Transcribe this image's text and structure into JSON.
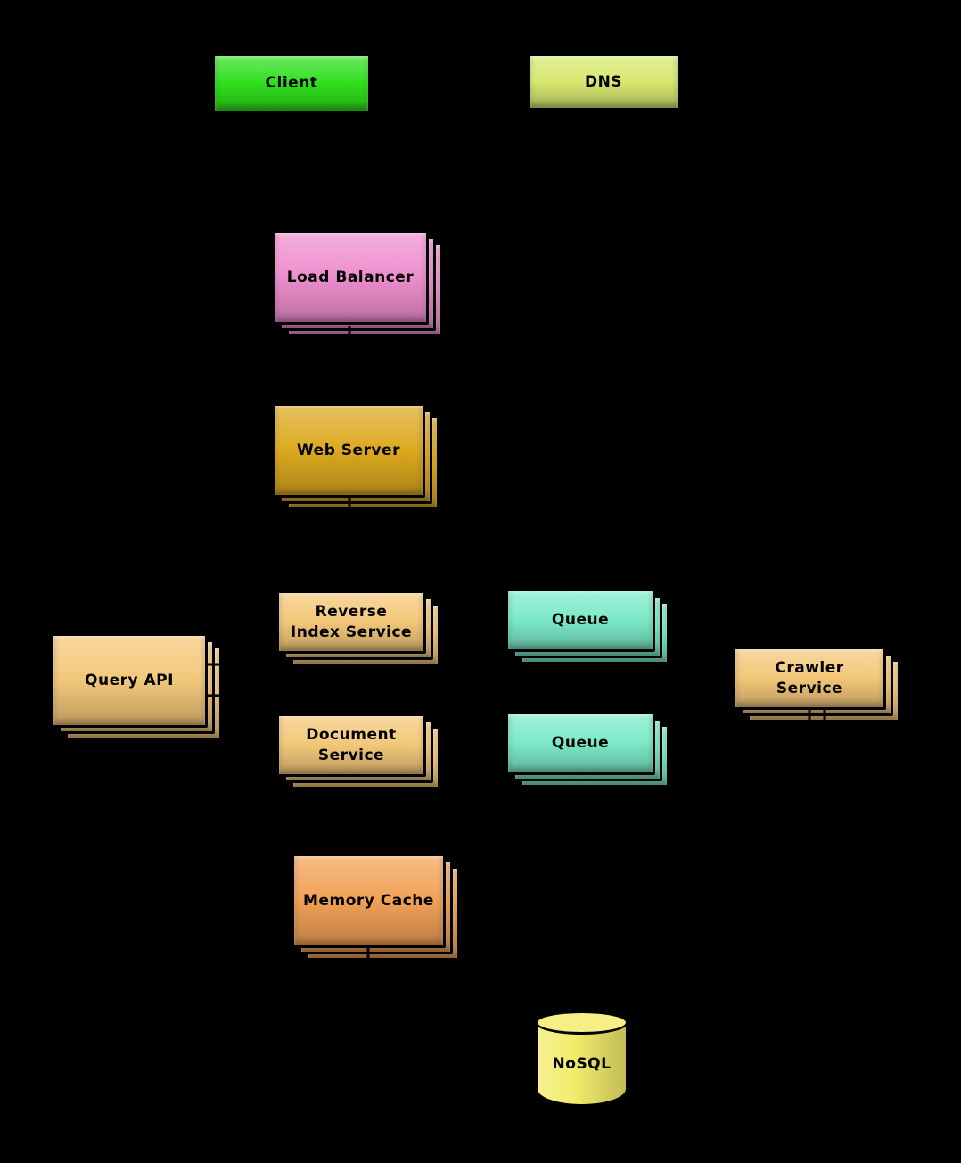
{
  "diagram": {
    "title": "Web crawler system design diagram",
    "background_color": "#000000",
    "nodes": {
      "client": {
        "label": "Client",
        "color": "#2ee01c",
        "shape": "box",
        "instances": 1
      },
      "dns": {
        "label": "DNS",
        "color": "#d8e870",
        "shape": "box",
        "instances": 1
      },
      "load_balancer": {
        "label": "Load Balancer",
        "color": "#ef8fcf",
        "shape": "box",
        "instances": 3
      },
      "web_server": {
        "label": "Web Server",
        "color": "#ddaa1e",
        "shape": "box",
        "instances": 3
      },
      "query_api": {
        "label": "Query API",
        "color": "#f3c87a",
        "shape": "box",
        "instances": 3
      },
      "reverse_index_service": {
        "label": "Reverse Index Service",
        "color": "#f3c87a",
        "shape": "box",
        "instances": 3
      },
      "document_service": {
        "label": "Document Service",
        "color": "#f3c87a",
        "shape": "box",
        "instances": 3
      },
      "queue_top": {
        "label": "Queue",
        "color": "#7ceac9",
        "shape": "box",
        "instances": 3
      },
      "queue_bottom": {
        "label": "Queue",
        "color": "#7ceac9",
        "shape": "box",
        "instances": 3
      },
      "crawler_service": {
        "label": "Crawler Service",
        "color": "#f3c87a",
        "shape": "box",
        "instances": 3
      },
      "memory_cache": {
        "label": "Memory Cache",
        "color": "#f2a257",
        "shape": "box",
        "instances": 3
      },
      "nosql": {
        "label": "NoSQL",
        "color": "#f3ec6c",
        "shape": "cylinder",
        "instances": 1
      }
    },
    "edges": [
      {
        "from": "client",
        "to": "dns"
      },
      {
        "from": "client",
        "to": "load_balancer"
      },
      {
        "from": "load_balancer",
        "to": "web_server"
      },
      {
        "from": "web_server",
        "to": "query_api"
      },
      {
        "from": "query_api",
        "to": "reverse_index_service"
      },
      {
        "from": "query_api",
        "to": "document_service"
      },
      {
        "from": "queue_top",
        "to": "reverse_index_service"
      },
      {
        "from": "queue_bottom",
        "to": "document_service"
      },
      {
        "from": "crawler_service",
        "to": "queue_top"
      },
      {
        "from": "crawler_service",
        "to": "queue_bottom"
      },
      {
        "from": "crawler_service",
        "to": "nosql"
      },
      {
        "from": "document_service",
        "to": "memory_cache"
      },
      {
        "from": "memory_cache",
        "to": "nosql"
      }
    ]
  }
}
